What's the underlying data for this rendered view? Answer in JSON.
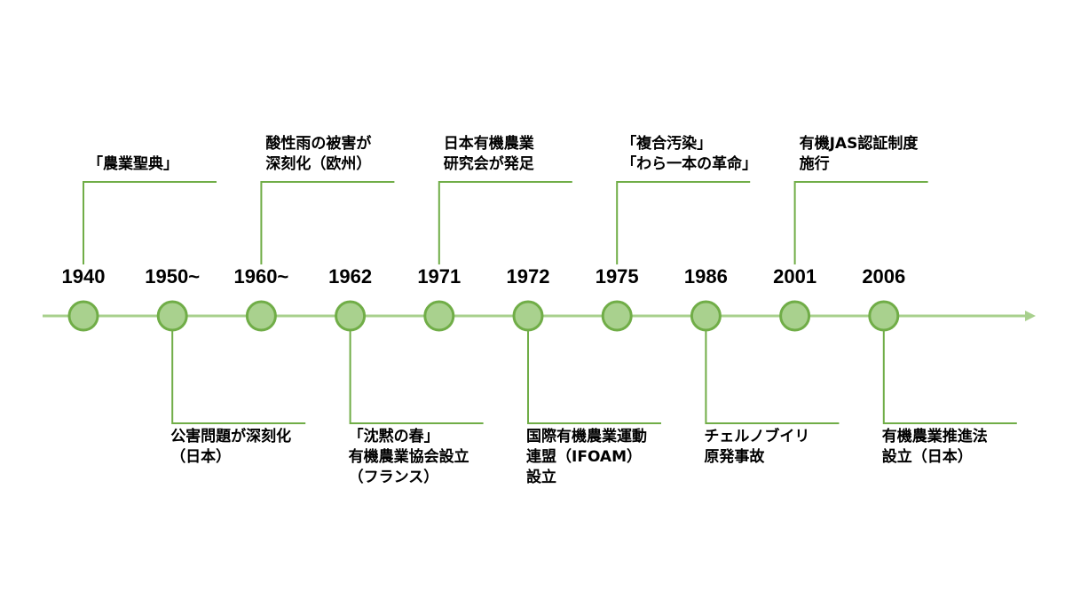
{
  "colors": {
    "axis": "#a8d08d",
    "node_fill": "#a9d18e",
    "node_stroke": "#70ad47",
    "connector": "#70ad47"
  },
  "timeline": [
    {
      "year": "1940",
      "side": "above",
      "lines": [
        "「農業聖典」"
      ]
    },
    {
      "year": "1950~",
      "side": "below",
      "lines": [
        "公害問題が深刻化",
        "（日本）"
      ]
    },
    {
      "year": "1960~",
      "side": "above",
      "lines": [
        "酸性雨の被害が",
        "深刻化（欧州）"
      ]
    },
    {
      "year": "1962",
      "side": "below",
      "lines": [
        "「沈黙の春」",
        "有機農業協会設立",
        "（フランス）"
      ]
    },
    {
      "year": "1971",
      "side": "above",
      "lines": [
        "日本有機農業",
        "研究会が発足"
      ]
    },
    {
      "year": "1972",
      "side": "below",
      "lines": [
        "国際有機農業運動",
        "連盟（IFOAM）",
        "設立"
      ]
    },
    {
      "year": "1975",
      "side": "above",
      "lines": [
        "「複合汚染」",
        "「わら一本の革命」"
      ]
    },
    {
      "year": "1986",
      "side": "below",
      "lines": [
        "チェルノブイリ",
        "原発事故"
      ]
    },
    {
      "year": "2001",
      "side": "above",
      "lines": [
        "有機JAS認証制度",
        "施行"
      ]
    },
    {
      "year": "2006",
      "side": "below",
      "lines": [
        "有機農業推進法",
        "設立（日本）"
      ]
    }
  ]
}
